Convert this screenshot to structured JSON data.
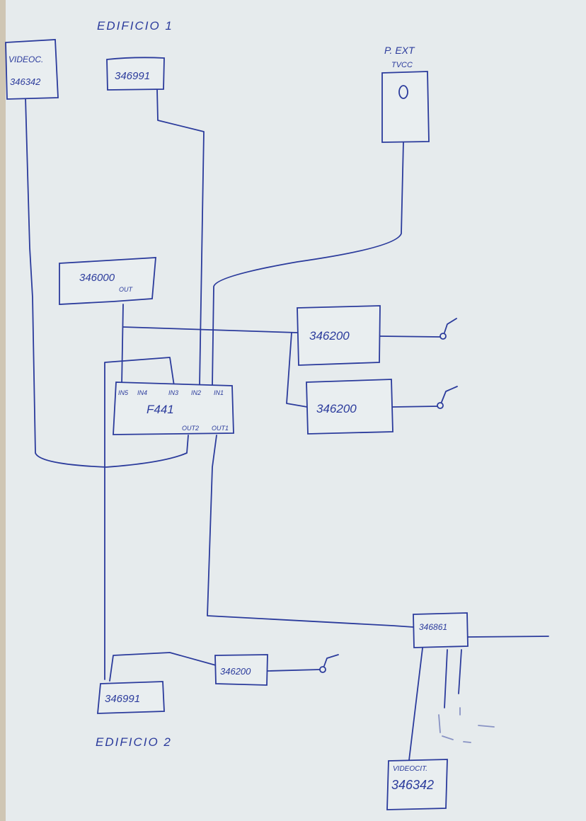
{
  "headings": {
    "building_1": "EDIFICIO 1",
    "building_2": "EDIFICIO 2"
  },
  "devices": {
    "videoc_top": {
      "line1": "VIDEOC.",
      "line2": "346342"
    },
    "unit_346991_top": "346991",
    "external_panel": {
      "line1": "P. EXT",
      "line2": "TVCC"
    },
    "unit_346000": {
      "label": "346000",
      "port": "OUT"
    },
    "unit_346200_a": "346200",
    "unit_346200_b": "346200",
    "f441": {
      "label": "F441",
      "inputs": [
        "IN5",
        "IN4",
        "IN3",
        "IN2",
        "IN1"
      ],
      "outputs": [
        "OUT2",
        "OUT1"
      ]
    },
    "unit_346861": "346861",
    "videocit_bottom": {
      "line1": "VIDEOCIT.",
      "line2": "346342"
    },
    "unit_346991_bottom": "346991",
    "unit_346200_c": "346200"
  },
  "colors": {
    "ink": "#2b3b9c",
    "paper": "#e6ebed"
  }
}
